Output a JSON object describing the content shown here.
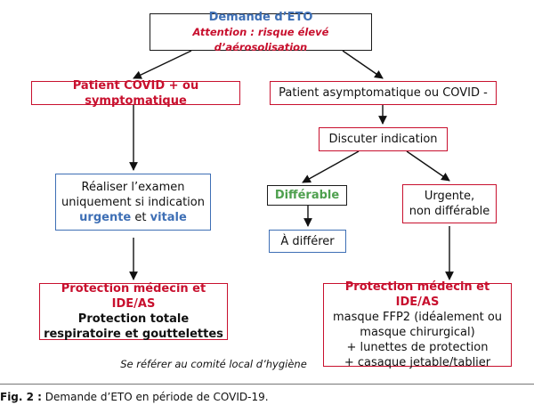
{
  "colors": {
    "red": "#c8102e",
    "blue": "#3e6fb5",
    "green": "#4ea04e",
    "black": "#1a1a1a"
  },
  "nodes": {
    "demande": {
      "title": "Demande d’ETO",
      "warning": "Attention : risque élevé d’aérosolisation"
    },
    "patient_covid": {
      "label": "Patient COVID + ou symptomatique"
    },
    "patient_asympt": {
      "label": "Patient asymptomatique ou COVID -"
    },
    "discuter": {
      "label": "Discuter indication"
    },
    "realiser": {
      "line1": "Réaliser l’examen",
      "line2": "uniquement si indication",
      "urgente": "urgente",
      "et": "et",
      "vitale": "vitale"
    },
    "differable": {
      "label": "Différable"
    },
    "urgente": {
      "line1": "Urgente,",
      "line2": "non différable"
    },
    "a_differer": {
      "label": "À différer"
    },
    "protection_left": {
      "title": "Protection médecin et IDE/AS",
      "line1": "Protection totale",
      "line2": "respiratoire et gouttelettes"
    },
    "protection_right": {
      "title": "Protection médecin et IDE/AS",
      "line1": "masque FFP2 (idéalement ou",
      "line2": "masque chirurgical)",
      "line3": "+ lunettes de protection",
      "line4": "+ casaque jetable/tablier"
    }
  },
  "note": "Se référer au comité local d’hygiène",
  "caption": {
    "label": "Fig. 2 :",
    "text": "Demande d’ETO en période de COVID-19."
  }
}
